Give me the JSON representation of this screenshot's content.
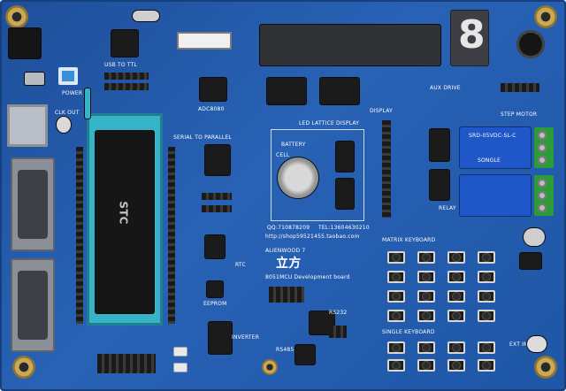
{
  "board": {
    "brand": "ALIENWOOD 7",
    "logo_text": "立方",
    "subtitle": "8051MCU Development board",
    "qq": "QQ:710878209",
    "tel": "TEL:13604630210",
    "url": "http://shop59521455.taobao.com",
    "mcu_label": "STC",
    "seg_digit": "8",
    "relay_label": "SRD-05VDC-SL-C",
    "relay_brand": "SONGLE"
  },
  "labels": {
    "usb_ttl": "USB TO TTL",
    "power": "POWER",
    "clk_out": "CLK OUT",
    "serial_parallel": "SERIAL TO PARALLEL",
    "adc": "ADC8080",
    "led_lattice": "LED LATTICE DISPLAY",
    "battery": "BATTERY",
    "cell": "CELL",
    "relay": "RELAY",
    "matrix_keyboard": "MATRIX KEYBOARD",
    "single_keyboard": "SINGLE KEYBOARD",
    "rtc": "RTC",
    "eeprom": "EEPROM",
    "step_motor": "STEP MOTOR",
    "aux_drive": "AUX DRIVE",
    "display": "DISPLAY",
    "inverter": "INVERTER",
    "rs232": "RS232",
    "rs485": "RS485",
    "ext_int": "EXT INT"
  },
  "icons": {
    "mounting_hole": "mounting-hole-icon",
    "buzzer": "buzzer-icon",
    "battery": "coin-cell-icon"
  },
  "colors": {
    "pcb_blue": "#2862b5",
    "zif_socket": "#37b3c8",
    "relay_blue": "#1f57c8",
    "terminal_green": "#2e9b3a"
  }
}
